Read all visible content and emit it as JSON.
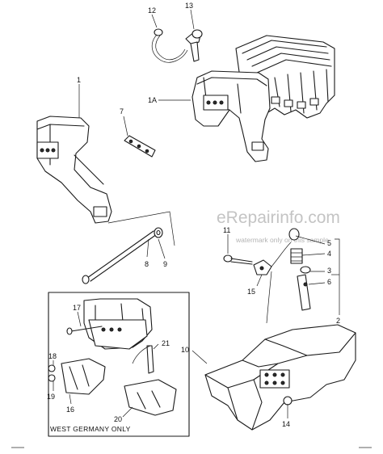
{
  "watermark": {
    "site": "eRepairinfo.com",
    "note": "watermark only on this sample"
  },
  "inset_note": "WEST  GERMANY ONLY",
  "callouts": {
    "c1": "1",
    "c1a": "1A",
    "c2": "2",
    "c3": "3",
    "c4": "4",
    "c5": "5",
    "c6": "6",
    "c7": "7",
    "c8": "8",
    "c9": "9",
    "c10": "10",
    "c11": "11",
    "c12": "12",
    "c13": "13",
    "c14": "14",
    "c15": "15",
    "c16": "16",
    "c17": "17",
    "c18": "18",
    "c19": "19",
    "c20": "20",
    "c21": "21"
  }
}
